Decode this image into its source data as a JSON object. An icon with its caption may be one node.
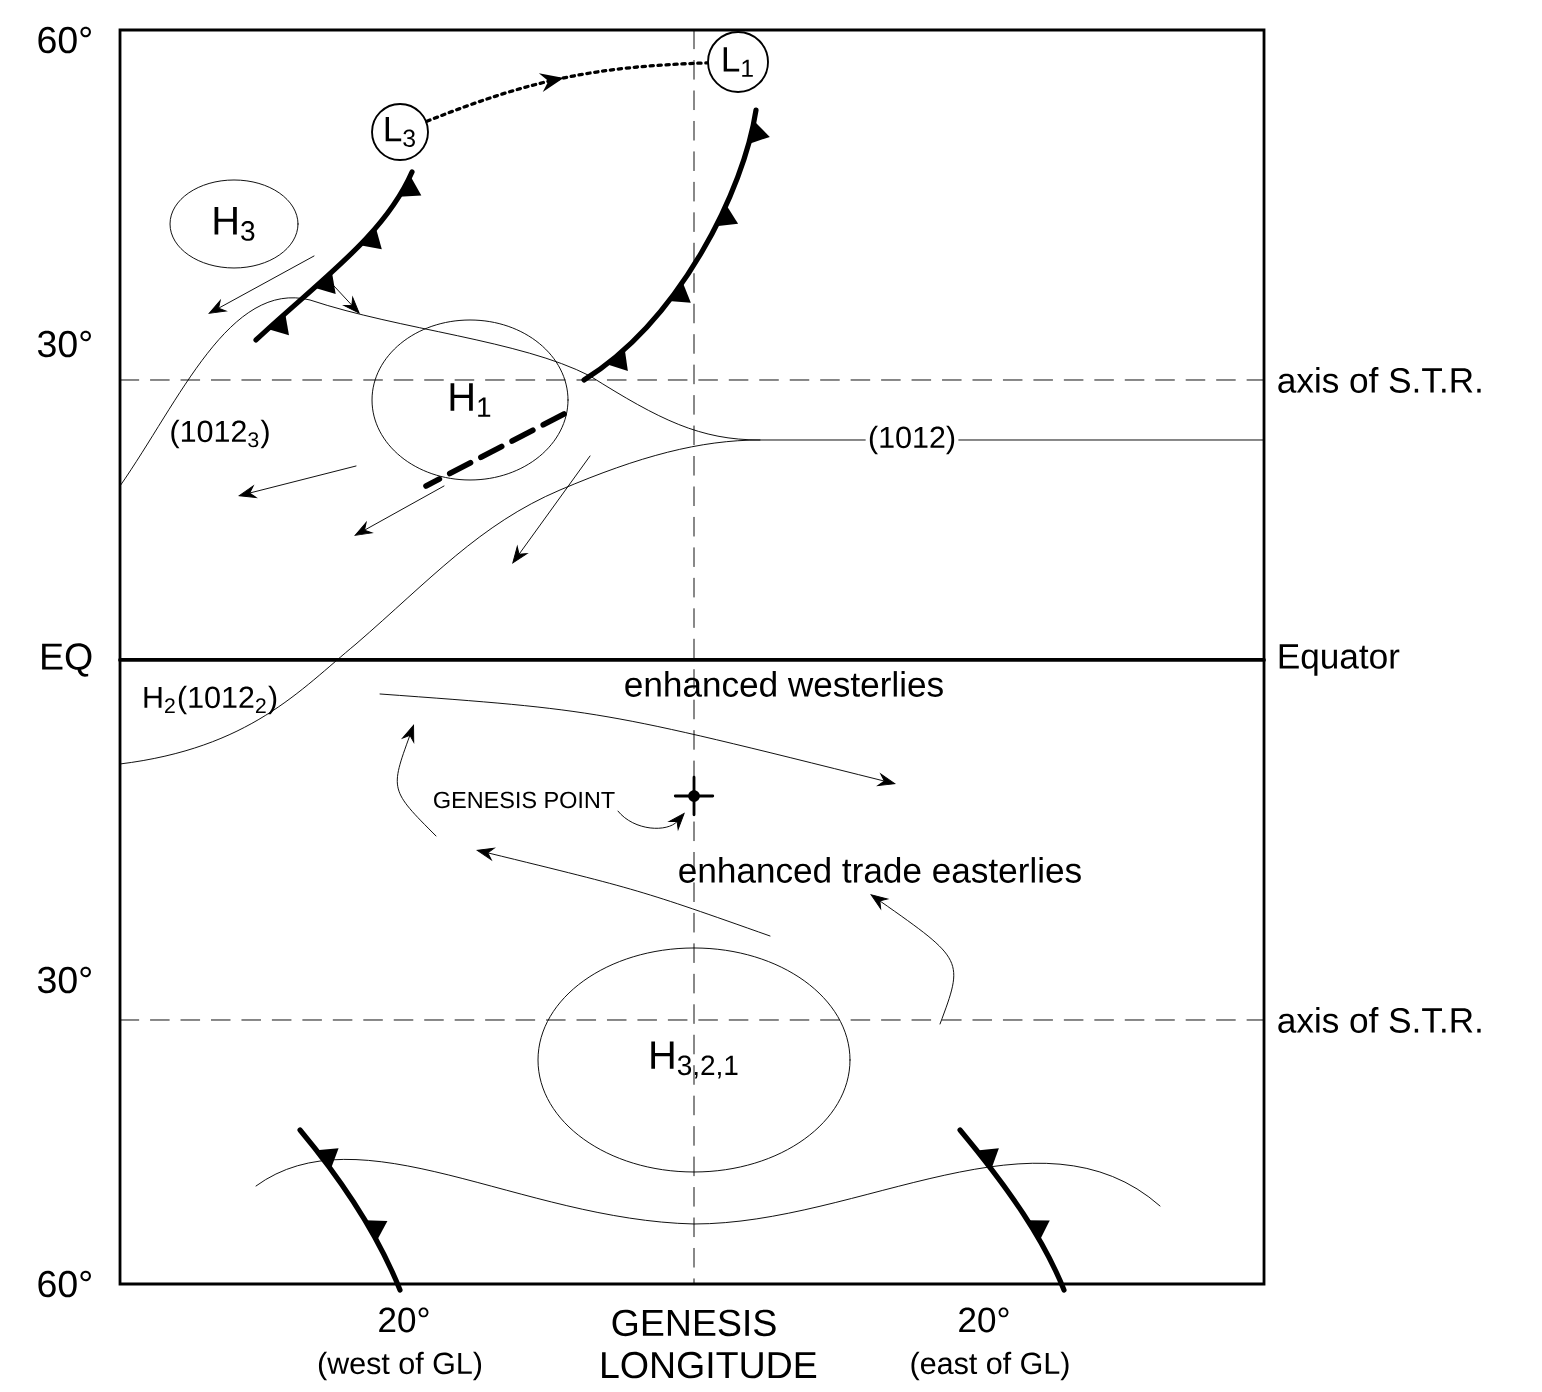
{
  "diagram": {
    "nodes": [
      {
        "text": [
          "L$_{1}$"
        ]
      },
      {
        "text": [
          "L$_{3}$"
        ]
      },
      {
        "text": [
          "H$_{3}$"
        ]
      },
      {
        "text": [
          "H$_{1}$"
        ]
      },
      {
        "text": [
          "GENESIS POINT"
        ]
      },
      {
        "text": [],
        "shape": "cross"
      },
      {
        "text": [
          "H$_{3,2,1}$"
        ]
      }
    ],
    "edges": [
      {
        "from": 1,
        "to": 0,
        "arrow": "to",
        "style": "dashed"
      },
      {
        "from": 4,
        "to": 5,
        "arrow": "to"
      }
    ],
    "labels": [
      "60°",
      "30°",
      "axis of S.T.R.",
      "(1012$_{3}$)",
      "(1012)",
      "EQ",
      "Equator",
      "H$_{2}$(1012$_{2}$)",
      "enhanced westerlies",
      "enhanced trade easterlies",
      "30°",
      "axis of S.T.R.",
      "60°",
      "20°",
      "GENESIS LONGITUDE",
      "20°",
      "(west of GL)",
      "(east of GL)"
    ]
  }
}
